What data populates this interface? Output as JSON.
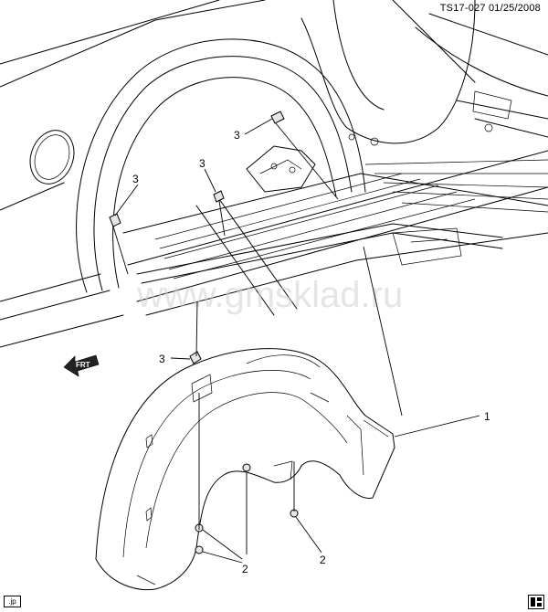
{
  "header": {
    "ref_code": "TS17-027",
    "date": "01/25/2008"
  },
  "watermark": "www.gmsklad.ru",
  "direction_label": "FRT",
  "callouts": [
    {
      "id": "c1",
      "number": "1"
    },
    {
      "id": "c2a",
      "number": "2"
    },
    {
      "id": "c2b",
      "number": "2"
    },
    {
      "id": "c3a",
      "number": "3"
    },
    {
      "id": "c3b",
      "number": "3"
    },
    {
      "id": "c3c",
      "number": "3"
    },
    {
      "id": "c3d",
      "number": "3"
    }
  ],
  "corner_badge": ".jp",
  "parts": {
    "1": "wheelhouse-liner",
    "2": "push-in-retainer",
    "3": "clip"
  }
}
